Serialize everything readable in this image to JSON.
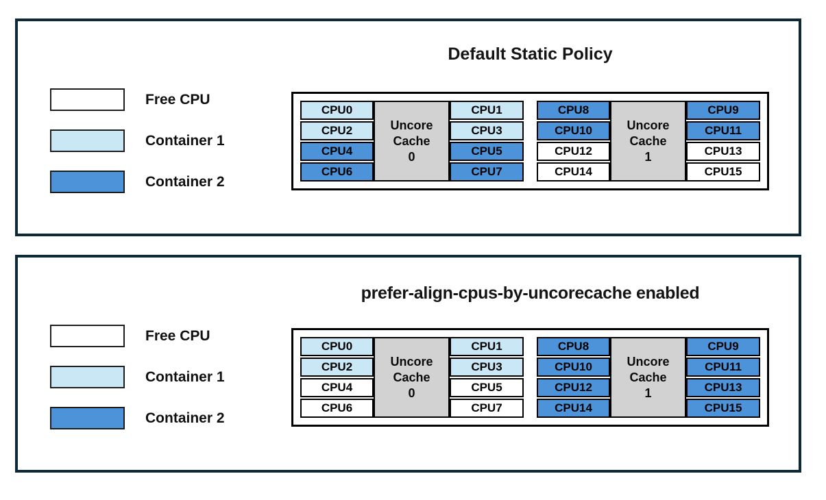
{
  "colors": {
    "free_cpu": "#ffffff",
    "container1": "#c9e7f5",
    "container2": "#4d93d9",
    "uncore": "#d2d2d2",
    "panel_border": "#0d2936",
    "cell_border": "#000000"
  },
  "legend": {
    "items": [
      {
        "label": "Free CPU",
        "color_key": "free_cpu"
      },
      {
        "label": "Container 1",
        "color_key": "container1"
      },
      {
        "label": "Container 2",
        "color_key": "container2"
      }
    ]
  },
  "panels": [
    {
      "title": "Default Static Policy",
      "caches": [
        {
          "fill": "uncore",
          "label_lines": {
            "l1": "Uncore",
            "l2": "Cache",
            "l3": "0"
          },
          "left_cpus": [
            {
              "label": "CPU0",
              "assignment": "container1"
            },
            {
              "label": "CPU2",
              "assignment": "container1"
            },
            {
              "label": "CPU4",
              "assignment": "container2"
            },
            {
              "label": "CPU6",
              "assignment": "container2"
            }
          ],
          "right_cpus": [
            {
              "label": "CPU1",
              "assignment": "container1"
            },
            {
              "label": "CPU3",
              "assignment": "container1"
            },
            {
              "label": "CPU5",
              "assignment": "container2"
            },
            {
              "label": "CPU7",
              "assignment": "container2"
            }
          ]
        },
        {
          "fill": "uncore",
          "label_lines": {
            "l1": "Uncore",
            "l2": "Cache",
            "l3": "1"
          },
          "left_cpus": [
            {
              "label": "CPU8",
              "assignment": "container2"
            },
            {
              "label": "CPU10",
              "assignment": "container2"
            },
            {
              "label": "CPU12",
              "assignment": "free_cpu"
            },
            {
              "label": "CPU14",
              "assignment": "free_cpu"
            }
          ],
          "right_cpus": [
            {
              "label": "CPU9",
              "assignment": "container2"
            },
            {
              "label": "CPU11",
              "assignment": "container2"
            },
            {
              "label": "CPU13",
              "assignment": "free_cpu"
            },
            {
              "label": "CPU15",
              "assignment": "free_cpu"
            }
          ]
        }
      ]
    },
    {
      "title": "prefer-align-cpus-by-uncorecache enabled",
      "caches": [
        {
          "fill": "uncore",
          "label_lines": {
            "l1": "Uncore",
            "l2": "Cache",
            "l3": "0"
          },
          "left_cpus": [
            {
              "label": "CPU0",
              "assignment": "container1"
            },
            {
              "label": "CPU2",
              "assignment": "container1"
            },
            {
              "label": "CPU4",
              "assignment": "free_cpu"
            },
            {
              "label": "CPU6",
              "assignment": "free_cpu"
            }
          ],
          "right_cpus": [
            {
              "label": "CPU1",
              "assignment": "container1"
            },
            {
              "label": "CPU3",
              "assignment": "container1"
            },
            {
              "label": "CPU5",
              "assignment": "free_cpu"
            },
            {
              "label": "CPU7",
              "assignment": "free_cpu"
            }
          ]
        },
        {
          "fill": "uncore",
          "label_lines": {
            "l1": "Uncore",
            "l2": "Cache",
            "l3": "1"
          },
          "left_cpus": [
            {
              "label": "CPU8",
              "assignment": "container2"
            },
            {
              "label": "CPU10",
              "assignment": "container2"
            },
            {
              "label": "CPU12",
              "assignment": "container2"
            },
            {
              "label": "CPU14",
              "assignment": "container2"
            }
          ],
          "right_cpus": [
            {
              "label": "CPU9",
              "assignment": "container2"
            },
            {
              "label": "CPU11",
              "assignment": "container2"
            },
            {
              "label": "CPU13",
              "assignment": "container2"
            },
            {
              "label": "CPU15",
              "assignment": "container2"
            }
          ]
        }
      ]
    }
  ]
}
